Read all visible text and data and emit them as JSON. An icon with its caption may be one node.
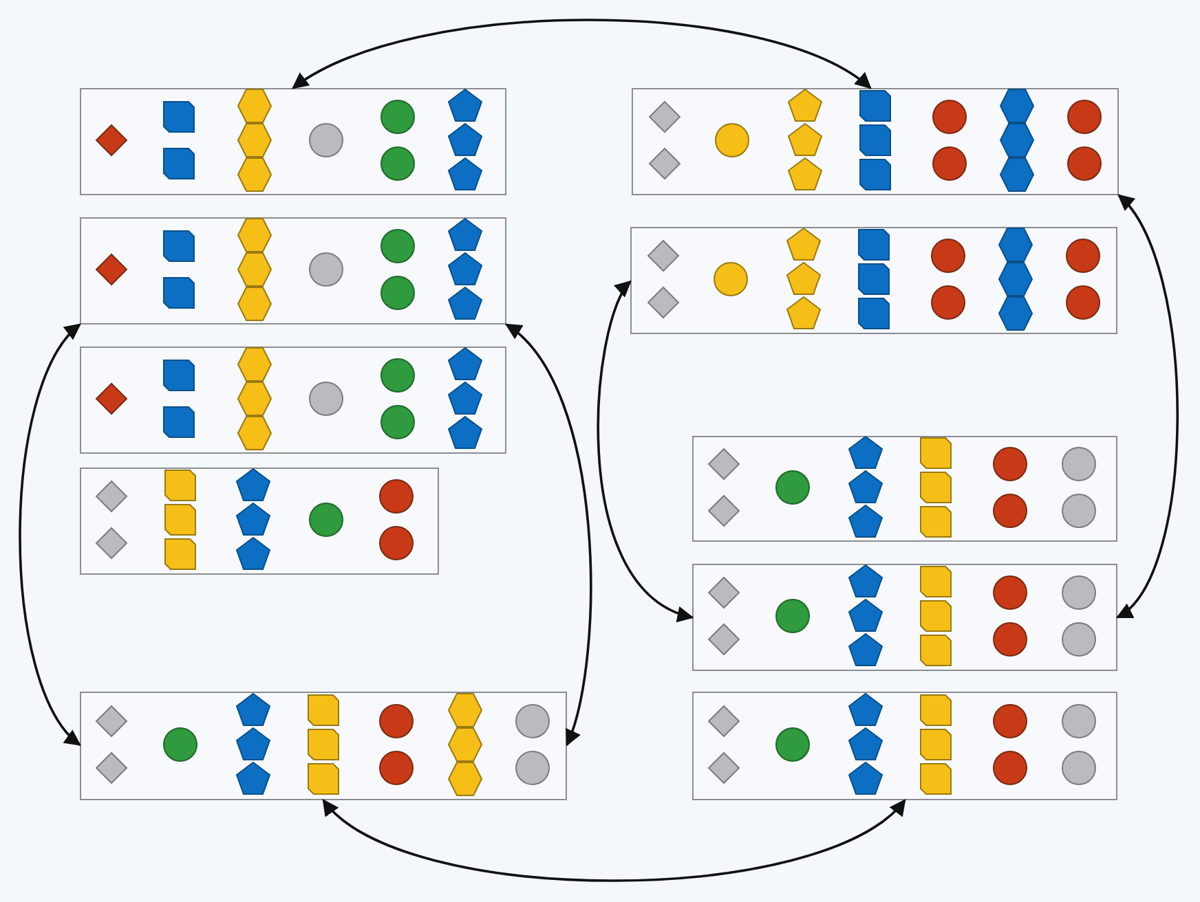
{
  "diagram": {
    "nodes": [
      {
        "text": [],
        "shape": "box"
      },
      {
        "text": [],
        "shape": "box"
      },
      {
        "text": [],
        "shape": "box"
      },
      {
        "text": [],
        "shape": "box"
      },
      {
        "text": [],
        "shape": "box"
      },
      {
        "text": [],
        "shape": "box"
      },
      {
        "text": [],
        "shape": "box"
      },
      {
        "text": [],
        "shape": "box"
      },
      {
        "text": [],
        "shape": "box"
      },
      {
        "text": [],
        "shape": "box"
      }
    ],
    "edges": [
      {
        "from": 0,
        "to": 5,
        "arrow": "both"
      },
      {
        "from": 4,
        "to": 1,
        "arrow": "both"
      },
      {
        "from": 1,
        "to": 4,
        "arrow": "both"
      },
      {
        "from": 6,
        "to": 8,
        "arrow": "both"
      },
      {
        "from": 5,
        "to": 8,
        "arrow": "both"
      },
      {
        "from": 4,
        "to": 9,
        "arrow": "both"
      }
    ]
  }
}
